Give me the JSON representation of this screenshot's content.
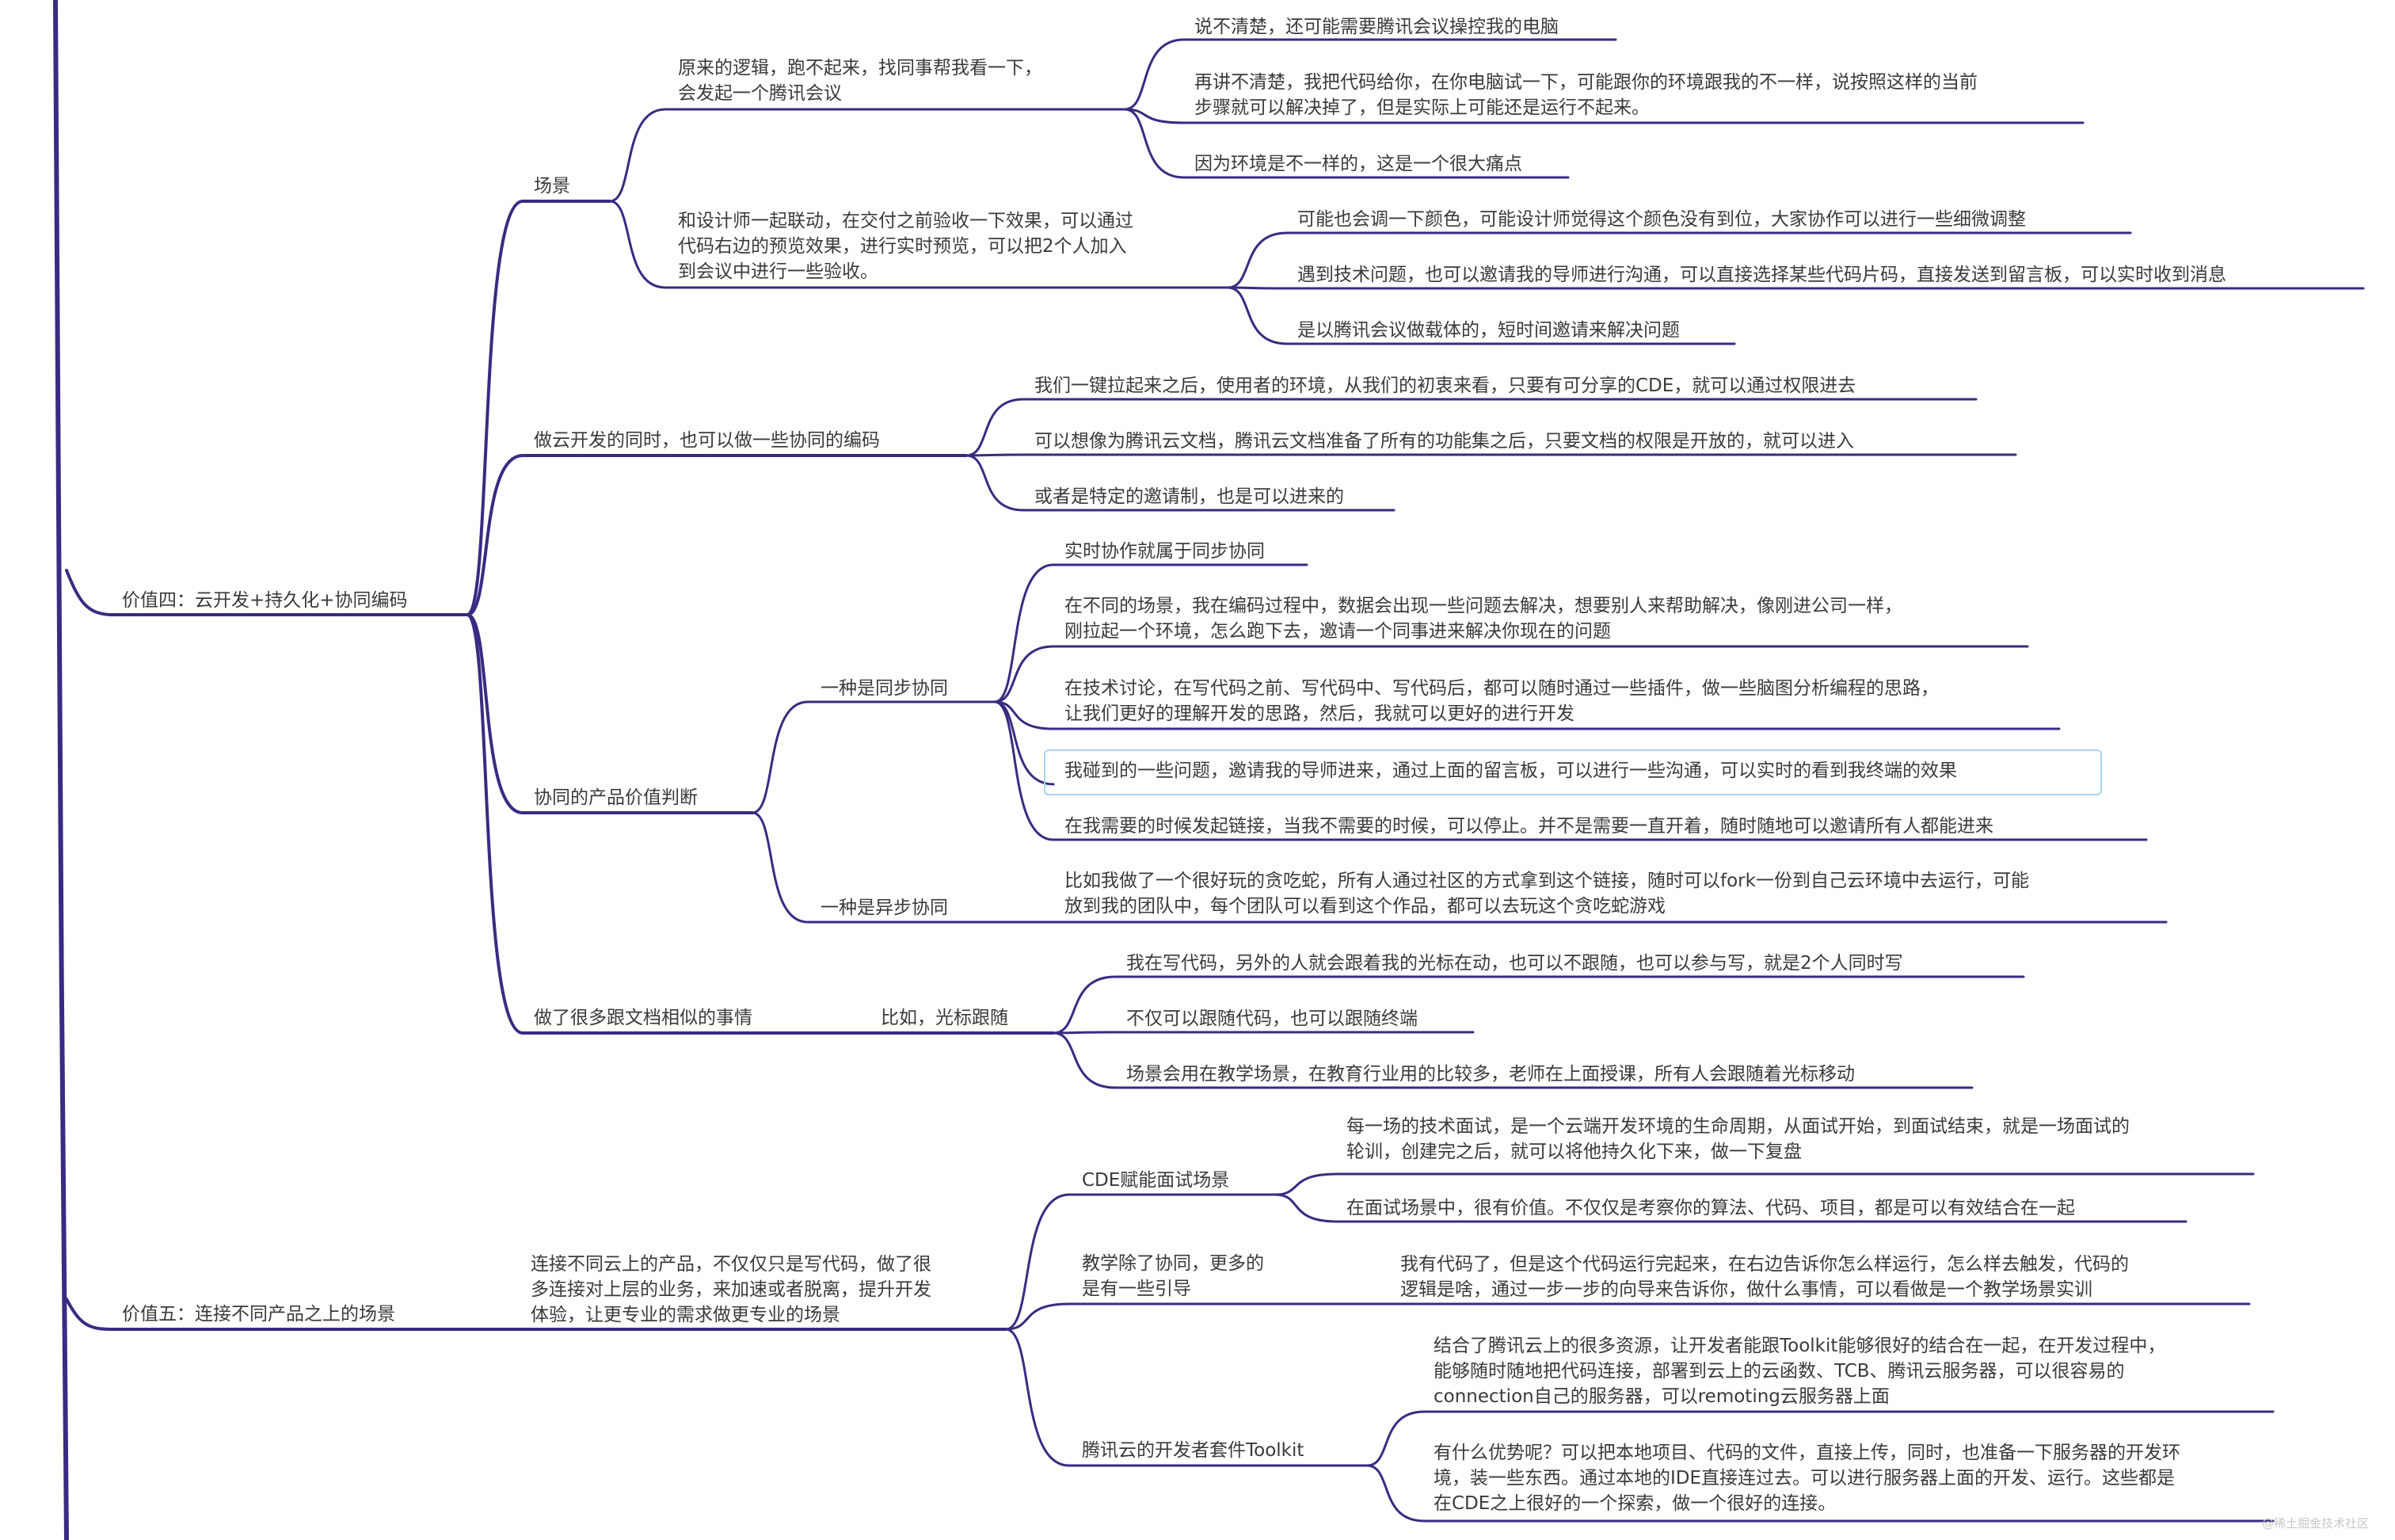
{
  "colors": {
    "branch": "#3b2a82",
    "text": "#3a3a3a",
    "highlight": "#a9d4ec"
  },
  "nodes": [
    {
      "id": "v4",
      "text": "价值四：云开发+持久化+协同编码"
    },
    {
      "id": "scene",
      "text": "场景"
    },
    {
      "id": "s1",
      "text": "原来的逻辑，跑不起来，找同事帮我看一下，\n会发起一个腾讯会议"
    },
    {
      "id": "s1a",
      "text": "说不清楚，还可能需要腾讯会议操控我的电脑"
    },
    {
      "id": "s1b",
      "text": "再讲不清楚，我把代码给你，在你电脑试一下，可能跟你的环境跟我的不一样，说按照这样的当前\n步骤就可以解决掉了，但是实际上可能还是运行不起来。"
    },
    {
      "id": "s1c",
      "text": "因为环境是不一样的，这是一个很大痛点"
    },
    {
      "id": "s2",
      "text": "和设计师一起联动，在交付之前验收一下效果，可以通过\n代码右边的预览效果，进行实时预览，可以把2个人加入\n到会议中进行一些验收。"
    },
    {
      "id": "s2a",
      "text": "可能也会调一下颜色，可能设计师觉得这个颜色没有到位，大家协作可以进行一些细微调整"
    },
    {
      "id": "s2b",
      "text": "遇到技术问题，也可以邀请我的导师进行沟通，可以直接选择某些代码片码，直接发送到留言板，可以实时收到消息"
    },
    {
      "id": "s2c",
      "text": "是以腾讯会议做载体的，短时间邀请来解决问题"
    },
    {
      "id": "cloud",
      "text": "做云开发的同时，也可以做一些协同的编码"
    },
    {
      "id": "c1",
      "text": "我们一键拉起来之后，使用者的环境，从我们的初衷来看，只要有可分享的CDE，就可以通过权限进去"
    },
    {
      "id": "c2",
      "text": "可以想像为腾讯云文档，腾讯云文档准备了所有的功能集之后，只要文档的权限是开放的，就可以进入"
    },
    {
      "id": "c3",
      "text": "或者是特定的邀请制，也是可以进来的"
    },
    {
      "id": "pv",
      "text": "协同的产品价值判断"
    },
    {
      "id": "sync",
      "text": "一种是同步协同"
    },
    {
      "id": "y1",
      "text": "实时协作就属于同步协同"
    },
    {
      "id": "y2",
      "text": "在不同的场景，我在编码过程中，数据会出现一些问题去解决，想要别人来帮助解决，像刚进公司一样，\n刚拉起一个环境，怎么跑下去，邀请一个同事进来解决你现在的问题"
    },
    {
      "id": "y3",
      "text": "在技术讨论，在写代码之前、写代码中、写代码后，都可以随时通过一些插件，做一些脑图分析编程的思路，\n让我们更好的理解开发的思路，然后，我就可以更好的进行开发"
    },
    {
      "id": "y4",
      "text": "我碰到的一些问题，邀请我的导师进来，通过上面的留言板，可以进行一些沟通，可以实时的看到我终端的效果"
    },
    {
      "id": "y5",
      "text": "在我需要的时候发起链接，当我不需要的时候，可以停止。并不是需要一直开着，随时随地可以邀请所有人都能进来"
    },
    {
      "id": "async",
      "text": "一种是异步协同"
    },
    {
      "id": "a1",
      "text": "比如我做了一个很好玩的贪吃蛇，所有人通过社区的方式拿到这个链接，随时可以fork一份到自己云环境中去运行，可能\n放到我的团队中，每个团队可以看到这个作品，都可以去玩这个贪吃蛇游戏"
    },
    {
      "id": "doc",
      "text": "做了很多跟文档相似的事情"
    },
    {
      "id": "cursor",
      "text": "比如，光标跟随"
    },
    {
      "id": "d1",
      "text": "我在写代码，另外的人就会跟着我的光标在动，也可以不跟随，也可以参与写，就是2个人同时写"
    },
    {
      "id": "d2",
      "text": "不仅可以跟随代码，也可以跟随终端"
    },
    {
      "id": "d3",
      "text": "场景会用在教学场景，在教育行业用的比较多，老师在上面授课，所有人会跟随着光标移动"
    },
    {
      "id": "v5",
      "text": "价值五：连接不同产品之上的场景"
    },
    {
      "id": "conn",
      "text": "连接不同云上的产品，不仅仅只是写代码，做了很\n多连接对上层的业务，来加速或者脱离，提升开发\n体验，让更专业的需求做更专业的场景"
    },
    {
      "id": "cde",
      "text": "CDE赋能面试场景"
    },
    {
      "id": "e1",
      "text": "每一场的技术面试，是一个云端开发环境的生命周期，从面试开始，到面试结束，就是一场面试的\n轮训，创建完之后，就可以将他持久化下来，做一下复盘"
    },
    {
      "id": "e2",
      "text": "在面试场景中，很有价值。不仅仅是考察你的算法、代码、项目，都是可以有效结合在一起"
    },
    {
      "id": "teach",
      "text": "教学除了协同，更多的\n是有一些引导"
    },
    {
      "id": "t1",
      "text": "我有代码了，但是这个代码运行完起来，在右边告诉你怎么样运行，怎么样去触发，代码的\n逻辑是啥，通过一步一步的向导来告诉你，做什么事情，可以看做是一个教学场景实训"
    },
    {
      "id": "toolkit",
      "text": "腾讯云的开发者套件Toolkit"
    },
    {
      "id": "k1",
      "text": "结合了腾讯云上的很多资源，让开发者能跟Toolkit能够很好的结合在一起，在开发过程中，\n能够随时随地把代码连接，部署到云上的云函数、TCB、腾讯云服务器，可以很容易的\nconnection自己的服务器，可以remoting云服务器上面"
    },
    {
      "id": "k2",
      "text": "有什么优势呢？可以把本地项目、代码的文件，直接上传，同时，也准备一下服务器的开发环\n境，装一些东西。通过本地的IDE直接连过去。可以进行服务器上面的开发、运行。这些都是\n在CDE之上很好的一个探索，做一个很好的连接。"
    }
  ],
  "watermark": "@稀土掘金技术社区"
}
